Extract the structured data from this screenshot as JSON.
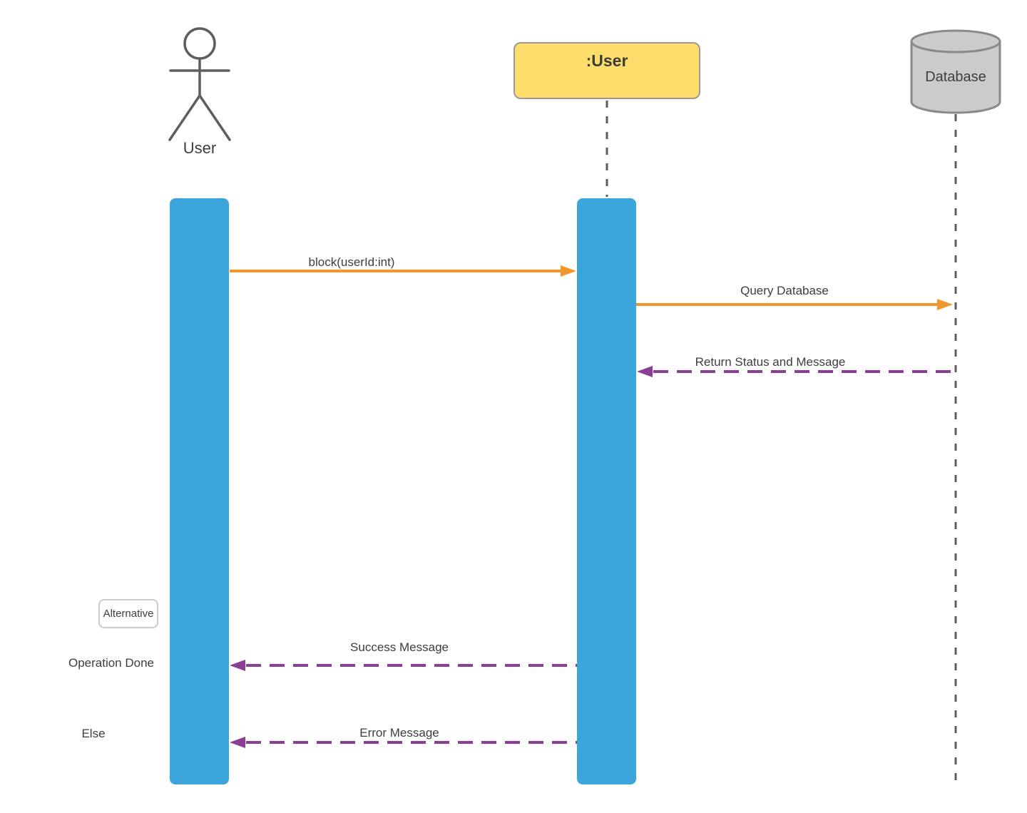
{
  "diagram": {
    "type": "uml-sequence-diagram",
    "participants": {
      "actor_user": {
        "label": "User",
        "kind": "actor"
      },
      "object_user": {
        "label": ":User",
        "kind": "object"
      },
      "database": {
        "label": "Database",
        "kind": "datastore"
      }
    },
    "messages": {
      "block_call": {
        "label": "block(userId:int)",
        "from": "User",
        "to": ":User",
        "style": "sync-solid"
      },
      "query_db": {
        "label": "Query Database",
        "from": ":User",
        "to": "Database",
        "style": "sync-solid"
      },
      "return_status": {
        "label": "Return Status and Message",
        "from": "Database",
        "to": ":User",
        "style": "return-dashed"
      },
      "success_msg": {
        "label": "Success Message",
        "from": ":User",
        "to": "User",
        "style": "return-dashed"
      },
      "error_msg": {
        "label": "Error Message",
        "from": ":User",
        "to": "User",
        "style": "return-dashed"
      }
    },
    "alt_frame": {
      "label": "Alternative",
      "guard_success": "Operation Done",
      "guard_else": "Else"
    },
    "colors": {
      "activation_bar": "#3BA5DC",
      "object_fill": "#FFDD6B",
      "object_border": "#999999",
      "datastore_fill": "#CBCBCB",
      "datastore_border": "#8A8A8A",
      "sync_message": "#F0962D",
      "return_message": "#8A3E96",
      "lifeline": "#5E5E5E",
      "text": "#3D3D3D"
    }
  }
}
